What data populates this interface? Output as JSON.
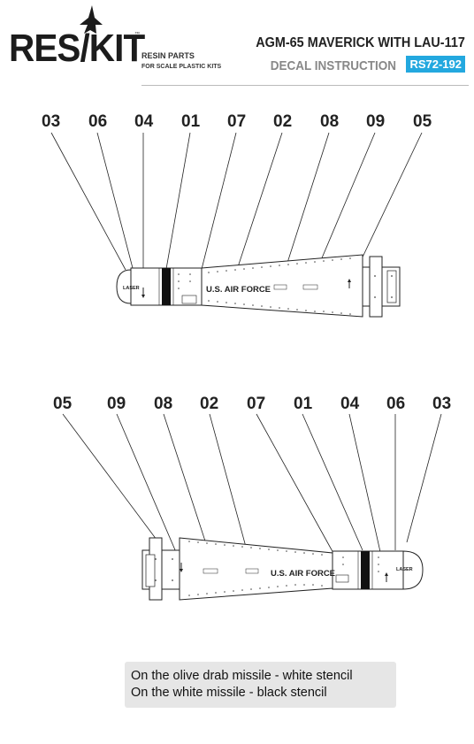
{
  "header": {
    "logo_text": "RES/KIT",
    "trademark": "™",
    "tagline_1": "RESIN PARTS",
    "tagline_2": "FOR SCALE PLASTIC KITS",
    "title": "AGM-65 MAVERICK WITH LAU-117",
    "subtitle": "DECAL INSTRUCTION",
    "code": "RS72-192"
  },
  "colors": {
    "accent": "#23a8df",
    "notes_bg": "#e6e6e6"
  },
  "top_view": {
    "callouts": [
      "03",
      "06",
      "04",
      "01",
      "07",
      "02",
      "08",
      "09",
      "05"
    ],
    "stencils": {
      "nose": "LASER",
      "fuselage": "U.S. AIR FORCE"
    }
  },
  "bottom_view": {
    "callouts": [
      "05",
      "09",
      "08",
      "02",
      "07",
      "01",
      "04",
      "06",
      "03"
    ],
    "stencils": {
      "nose": "LASER",
      "fuselage": "U.S. AIR FORCE"
    }
  },
  "notes": [
    "On the olive drab missile - white stencil",
    "On the white missile - black stencil"
  ]
}
